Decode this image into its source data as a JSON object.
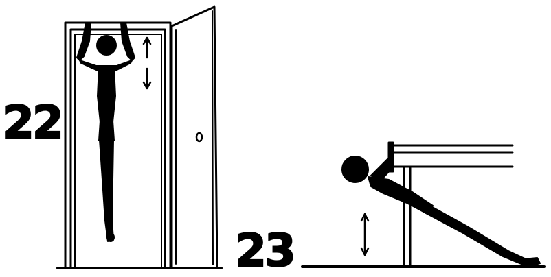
{
  "figures": [
    {
      "id": "22",
      "label": "22"
    },
    {
      "id": "23",
      "label": "23"
    }
  ],
  "ink_color": "#000000",
  "background_color": "#ffffff"
}
